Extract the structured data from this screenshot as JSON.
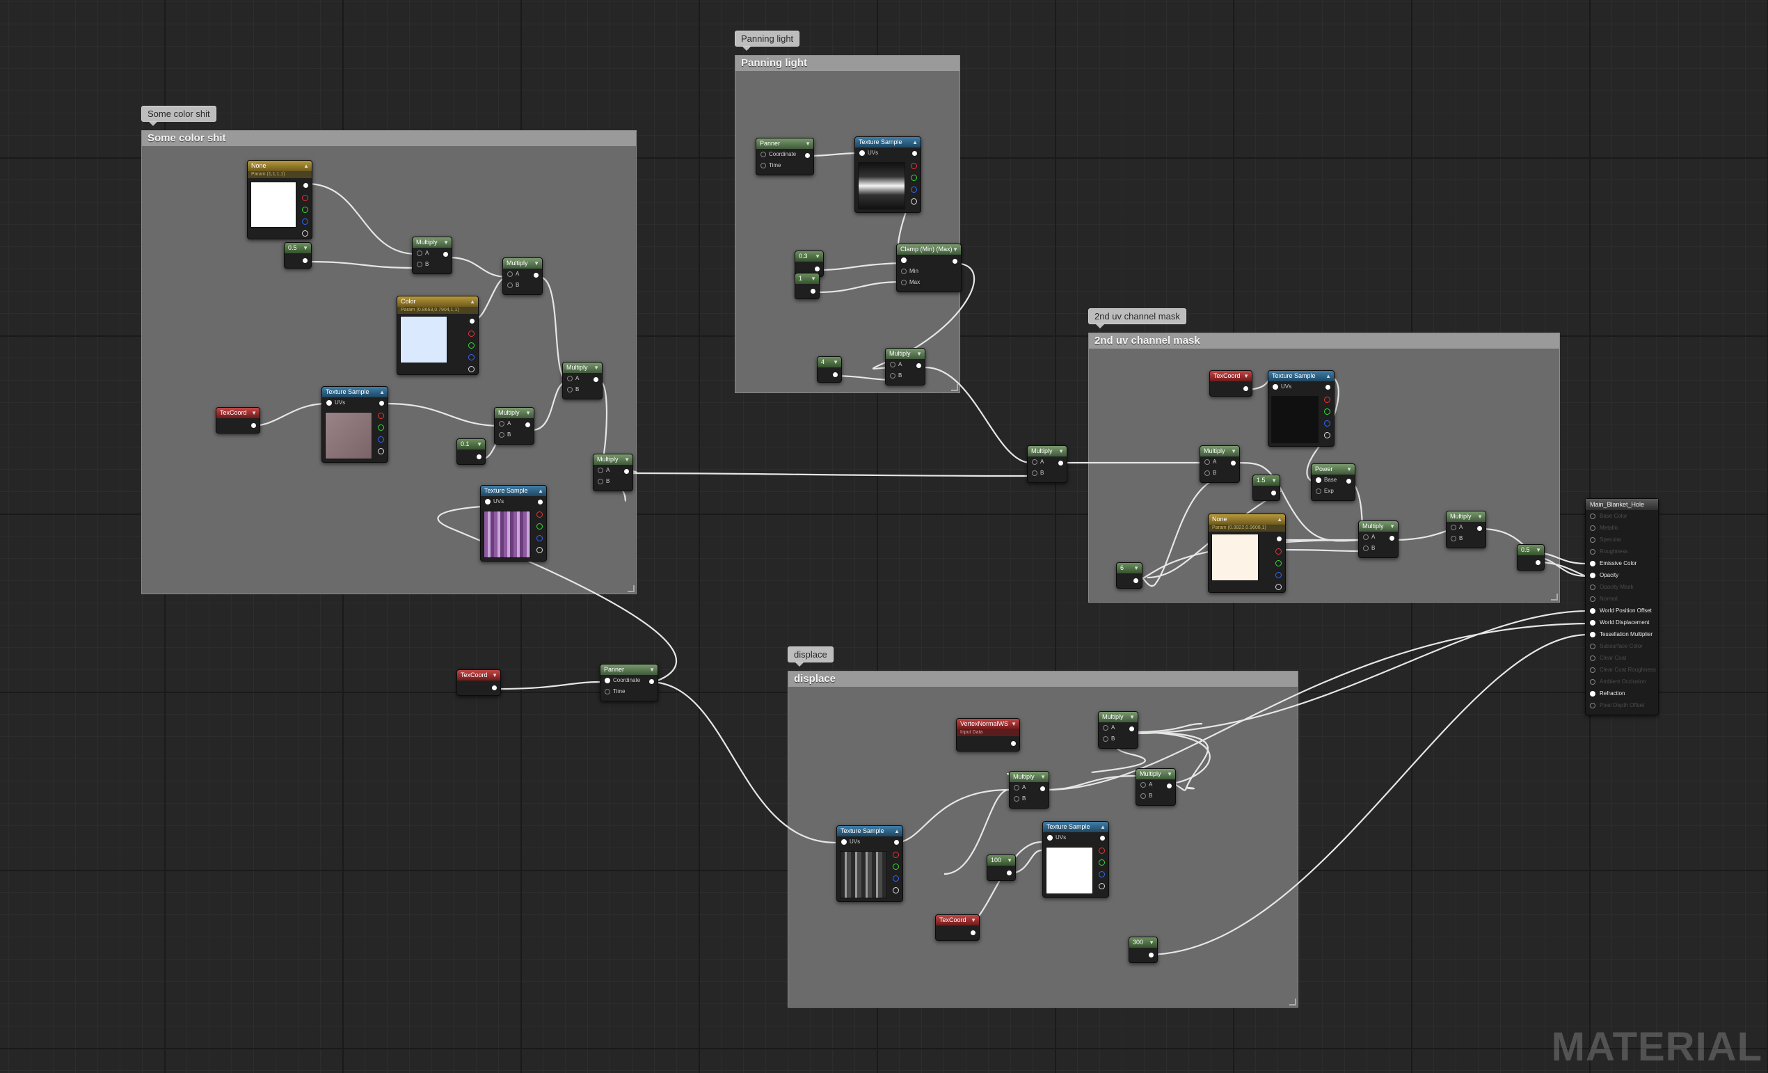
{
  "comments": {
    "color": {
      "title": "Some color shit",
      "bubble": "Some color shit"
    },
    "panning": {
      "title": "Panning light",
      "bubble": "Panning light"
    },
    "uvmask": {
      "title": "2nd uv channel mask",
      "bubble": "2nd uv channel mask"
    },
    "displace": {
      "title": "displace",
      "bubble": "displace"
    }
  },
  "nodes": {
    "none_param1": {
      "title": "None",
      "sub": "Param (1,1,1,1)"
    },
    "const_05a": {
      "value": "0.5"
    },
    "multiply": "Multiply",
    "pin_a": "A",
    "pin_b": "B",
    "color_param": {
      "title": "Color",
      "sub": "Param (0.8663,0.7904,1,1)"
    },
    "texcoord": "TexCoord",
    "texture_sample": "Texture Sample",
    "uvs": "UVs",
    "const_01": {
      "value": "0.1"
    },
    "panner": "Panner",
    "coordinate": "Coordinate",
    "time": "Time",
    "const_03": {
      "value": "0.3"
    },
    "const_1": {
      "value": "1"
    },
    "clamp": {
      "title": "Clamp (Min) (Max)",
      "min": "Min",
      "max": "Max"
    },
    "const_4": {
      "value": "4"
    },
    "power": {
      "title": "Power",
      "base": "Base",
      "exp": "Exp"
    },
    "const_15": {
      "value": "1.5"
    },
    "none_param2": {
      "title": "None",
      "sub": "Param (0.9922,0.9608,1)"
    },
    "const_6": {
      "value": "6"
    },
    "const_05b": {
      "value": "0.5"
    },
    "vertexnormal": {
      "title": "VertexNormalWS",
      "sub": "Input Data"
    },
    "const_100": {
      "value": "100"
    },
    "const_300": {
      "value": "300"
    }
  },
  "result": {
    "title": "Main_Blanket_Hole",
    "rows": [
      {
        "label": "Base Color",
        "active": false
      },
      {
        "label": "Metallic",
        "active": false
      },
      {
        "label": "Specular",
        "active": false
      },
      {
        "label": "Roughness",
        "active": false
      },
      {
        "label": "Emissive Color",
        "active": true
      },
      {
        "label": "Opacity",
        "active": true
      },
      {
        "label": "Opacity Mask",
        "active": false
      },
      {
        "label": "Normal",
        "active": false
      },
      {
        "label": "World Position Offset",
        "active": true
      },
      {
        "label": "World Displacement",
        "active": true
      },
      {
        "label": "Tessellation Multiplier",
        "active": true
      },
      {
        "label": "Subsurface Color",
        "active": false
      },
      {
        "label": "Clear Coat",
        "active": false
      },
      {
        "label": "Clear Coat Roughness",
        "active": false
      },
      {
        "label": "Ambient Occlusion",
        "active": false
      },
      {
        "label": "Refraction",
        "active": true
      },
      {
        "label": "Pixel Depth Offset",
        "active": false
      }
    ]
  },
  "watermark": "MATERIAL",
  "colors": {
    "wire": "#e6e6e6",
    "comment_bg": "#6b6b6b",
    "comment_head": "#9a9a9a"
  }
}
